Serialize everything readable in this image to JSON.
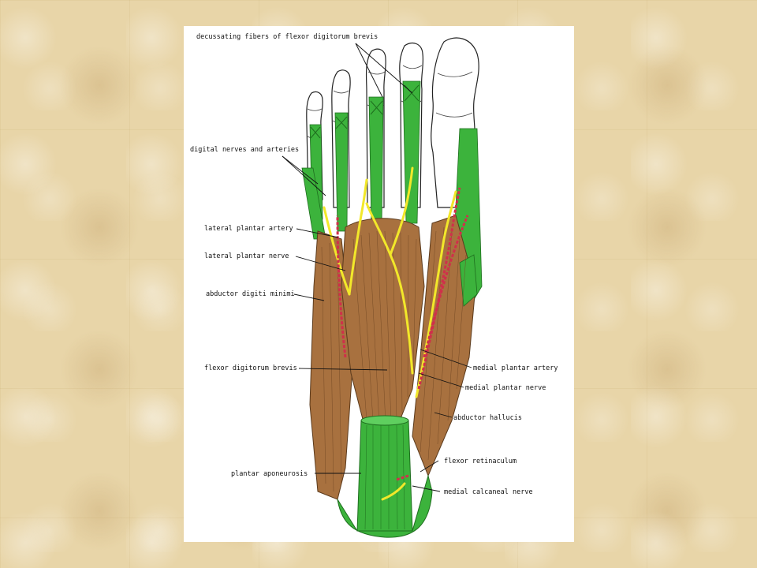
{
  "labels": {
    "decussating_fibers": "decussating fibers of flexor digitorum brevis",
    "digital_nerves": "digital nerves and arteries",
    "lateral_plantar_artery": "lateral plantar artery",
    "lateral_plantar_nerve": "lateral plantar nerve",
    "abductor_digiti_minimi": "abductor digiti minimi",
    "flexor_digitorum_brevis": "flexor digitorum brevis",
    "plantar_aponeurosis": "plantar aponeurosis",
    "medial_plantar_artery": "medial plantar artery",
    "medial_plantar_nerve": "medial plantar nerve",
    "abductor_hallucis": "abductor hallucis",
    "flexor_retinaculum": "flexor retinaculum",
    "medial_calcaneal_nerve": "medial calcaneal nerve"
  },
  "colors": {
    "background": "#e8d5a8",
    "muscle": "#a8713f",
    "tendon": "#3cb33c",
    "artery": "#d0304a",
    "nerve": "#f2e82a",
    "bone": "#ffffff"
  }
}
